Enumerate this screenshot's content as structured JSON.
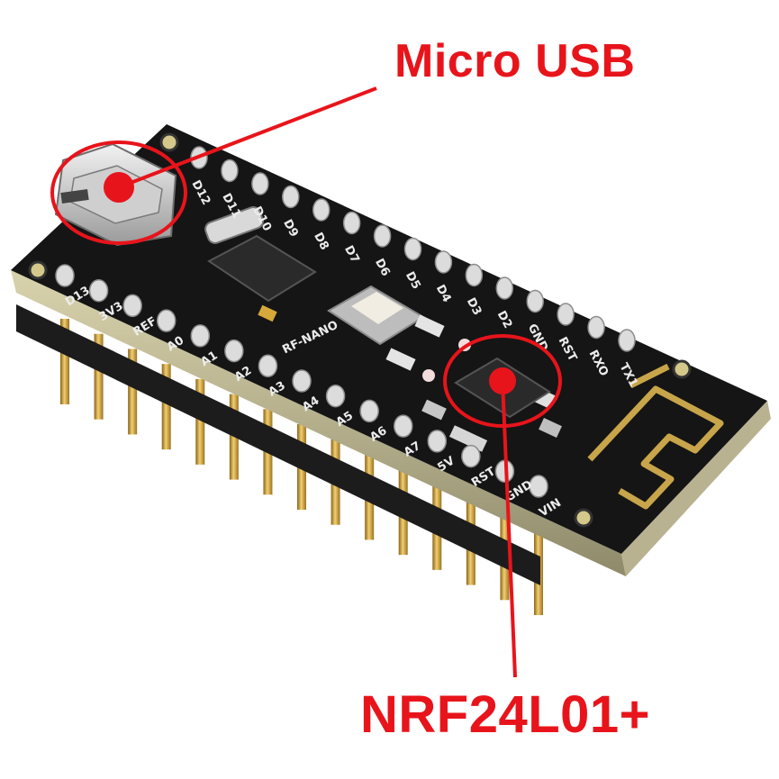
{
  "callouts": {
    "usb": {
      "text": "Micro USB"
    },
    "radio": {
      "text": "NRF24L01+"
    }
  },
  "board": {
    "silkscreen_name": "RF-NANO",
    "top_row_labels": [
      "D12",
      "D11",
      "D10",
      "D9",
      "D8",
      "D7",
      "D6",
      "D5",
      "D4",
      "D3",
      "D2",
      "GND",
      "RST",
      "RXO",
      "TX1"
    ],
    "bottom_row_labels": [
      "D13",
      "3V3",
      "REF",
      "A0",
      "A1",
      "A2",
      "A3",
      "A4",
      "A5",
      "A6",
      "A7",
      "5V",
      "RST",
      "GND",
      "VIN"
    ]
  },
  "colors": {
    "callout": "#e8141b",
    "pcb": "#151515",
    "pcb_edge": "#c9c29a",
    "pin_gold": "#d7a53a",
    "header_black": "#1c1c1c",
    "antenna_gold": "#c8a54a"
  }
}
